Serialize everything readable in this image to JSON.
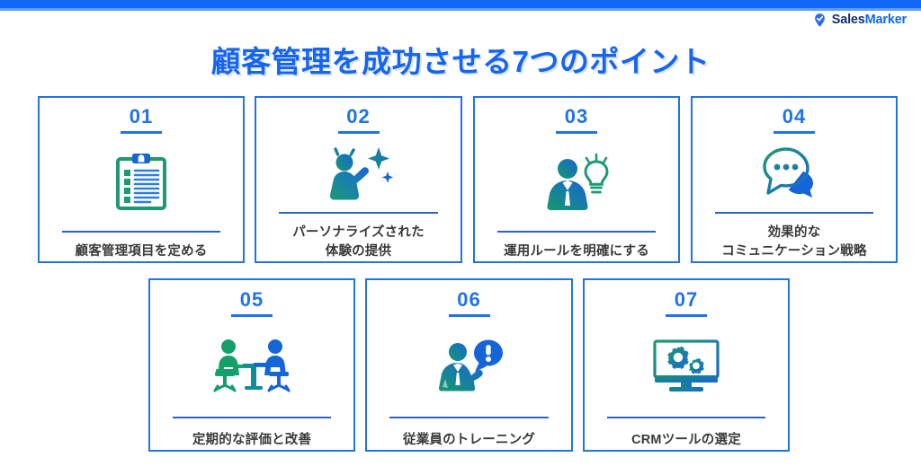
{
  "brand": {
    "logo_icon": "location-pin-check-icon",
    "name_part1": "Sales",
    "name_part2": "Marker",
    "accent_color": "#1069f5",
    "navy_color": "#14307a"
  },
  "header": {
    "title": "顧客管理を成功させる7つのポイント",
    "title_color": "#1565f0",
    "top_bar_color": "#1069f5"
  },
  "cards": [
    {
      "number": "01",
      "icon": "clipboard-checklist-icon",
      "label_line1": "顧客管理項目を定める",
      "label_line2": ""
    },
    {
      "number": "02",
      "icon": "person-celebrating-sparkle-icon",
      "label_line1": "パーソナライズされた",
      "label_line2": "体験の提供"
    },
    {
      "number": "03",
      "icon": "businessperson-lightbulb-icon",
      "label_line1": "運用ルールを明確にする",
      "label_line2": ""
    },
    {
      "number": "04",
      "icon": "speech-bubbles-icon",
      "label_line1": "効果的な",
      "label_line2": "コミュニケーション戦略"
    },
    {
      "number": "05",
      "icon": "two-people-meeting-desk-icon",
      "label_line1": "定期的な評価と改善",
      "label_line2": ""
    },
    {
      "number": "06",
      "icon": "person-exclamation-bubble-icon",
      "label_line1": "従業員のトレーニング",
      "label_line2": ""
    },
    {
      "number": "07",
      "icon": "monitor-gears-icon",
      "label_line1": "CRMツールの選定",
      "label_line2": ""
    }
  ],
  "palette": {
    "card_border": "#2173e8",
    "number_blue": "#2173e8",
    "divider": "#2c62c4",
    "label_text": "#3a3a3a",
    "icon_green": "#1e9a6e",
    "icon_teal": "#18857f",
    "icon_blue": "#1565d8",
    "background": "#ffffff"
  }
}
